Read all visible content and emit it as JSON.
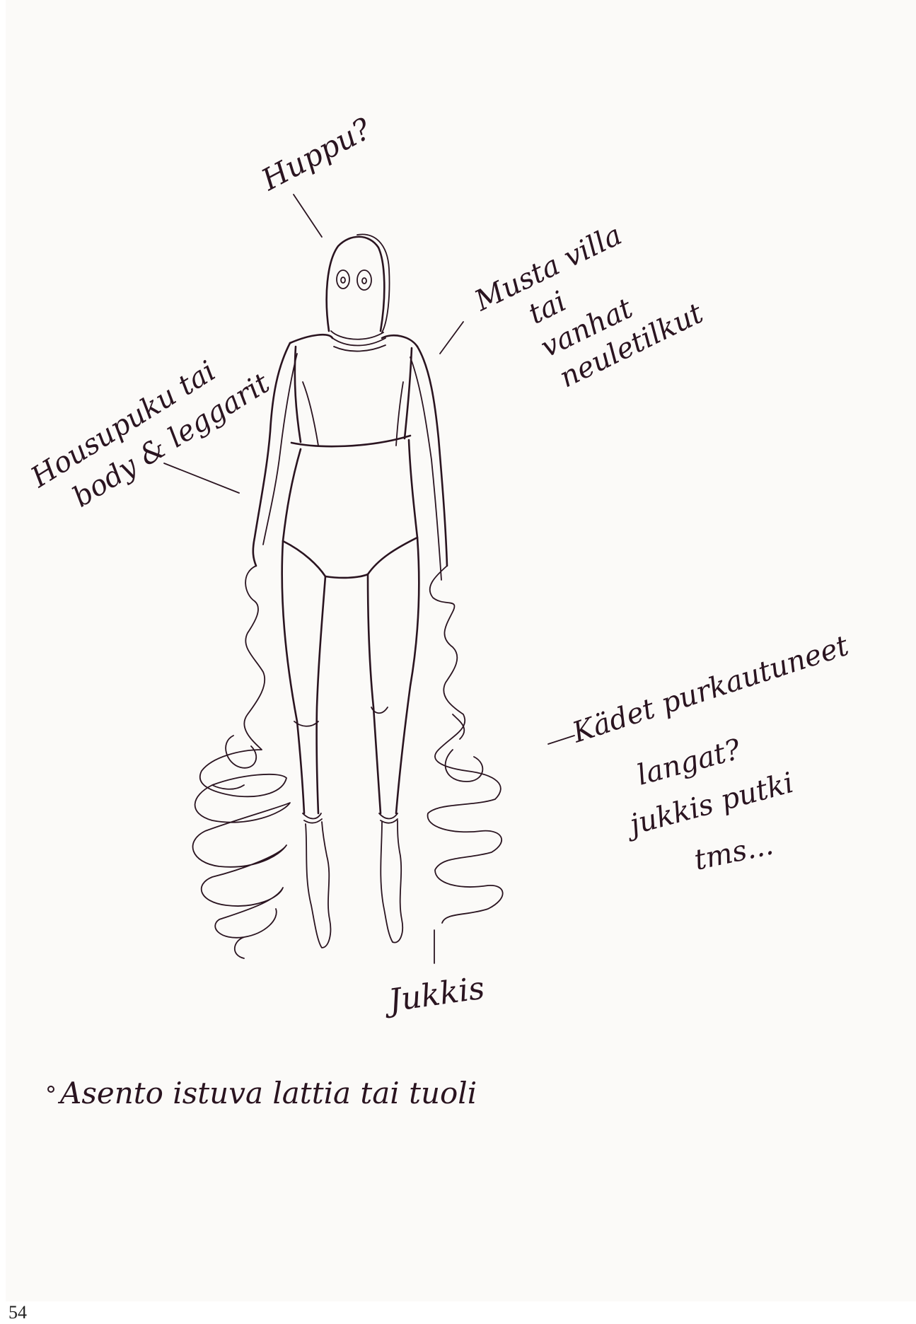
{
  "sketch": {
    "notes": {
      "hood": "Huppu?",
      "torso": [
        "Musta villa",
        "tai",
        "vanhat",
        "neuletilkut"
      ],
      "suit": [
        "Housupuku tai",
        "body & leggarit"
      ],
      "hands": [
        "Kädet purkautuneet",
        "langat?",
        "jukkis putki",
        "tms..."
      ],
      "yarn": "Jukkis",
      "pose": "Asento istuva lattia tai tuoli"
    }
  },
  "page": {
    "number": "54"
  },
  "colors": {
    "ink": "#2a1420",
    "paper": "#fbfaf8"
  }
}
